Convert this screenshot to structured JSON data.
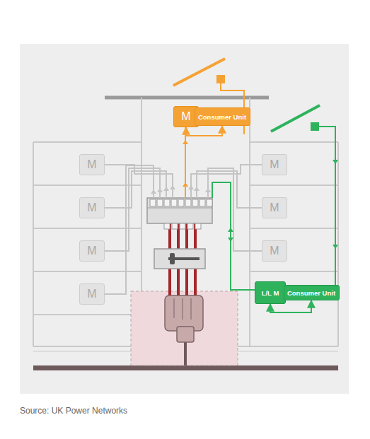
{
  "diagram": {
    "caption": "Source: UK Power Networks",
    "nodes": [
      {
        "text": [
          "M"
        ]
      },
      {
        "text": [
          "Consumer Unit"
        ]
      },
      {
        "text": [
          "M"
        ]
      },
      {
        "text": [
          "M"
        ]
      },
      {
        "text": [
          "M"
        ]
      },
      {
        "text": [
          "M"
        ]
      },
      {
        "text": [
          "M"
        ]
      },
      {
        "text": [
          "M"
        ]
      },
      {
        "text": [
          "M"
        ]
      },
      {
        "text": [
          "L/L M"
        ]
      },
      {
        "text": [
          "Consumer Unit"
        ]
      }
    ],
    "edges": [
      {
        "from": 1,
        "to": 0,
        "arrow": "both"
      },
      {
        "from": 10,
        "to": 9,
        "arrow": "both"
      }
    ]
  }
}
